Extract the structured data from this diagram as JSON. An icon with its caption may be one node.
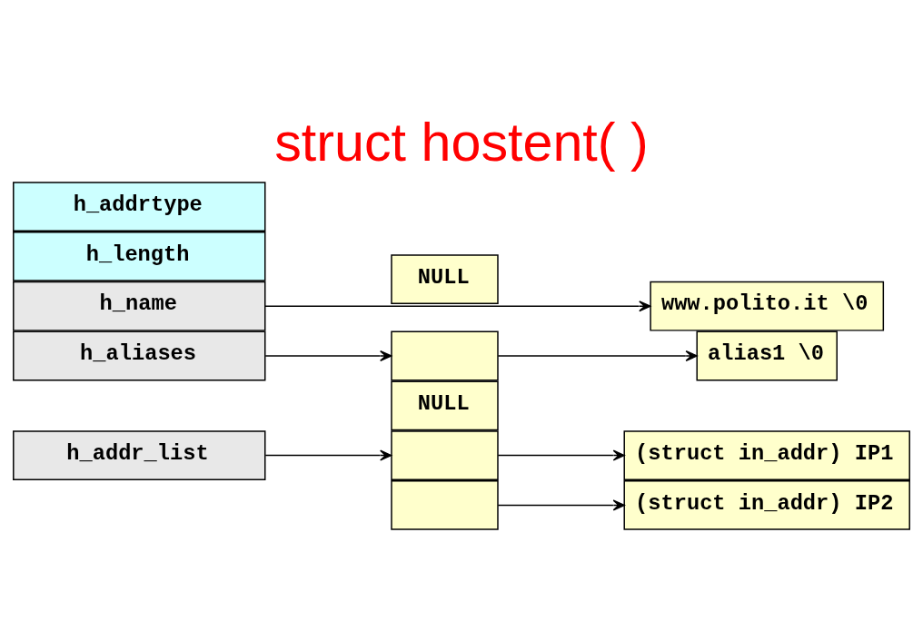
{
  "diagram": {
    "title": "struct hostent( )",
    "nodes": [
      {
        "text": [
          "h_name"
        ]
      },
      {
        "text": [
          "h_aliases"
        ]
      },
      {
        "text": [
          "h_addrtype"
        ]
      },
      {
        "text": [
          "h_length"
        ]
      },
      {
        "text": [
          "h_addr_list"
        ]
      },
      {
        "text": [],
        "shape": "box"
      },
      {
        "text": [
          "NULL"
        ]
      },
      {
        "text": [
          "www.polito.it \\0"
        ]
      },
      {
        "text": [
          "alias1 \\0"
        ]
      },
      {
        "text": [],
        "shape": "box"
      },
      {
        "text": [],
        "shape": "box"
      },
      {
        "text": [
          "NULL"
        ]
      },
      {
        "text": [
          "(struct in_addr) IP1"
        ]
      },
      {
        "text": [
          "(struct in_addr) IP2"
        ]
      }
    ],
    "edges": [
      {
        "from": 0,
        "to": 7,
        "arrow": "to"
      },
      {
        "from": 1,
        "to": 5,
        "arrow": "to"
      },
      {
        "from": 5,
        "to": 8,
        "arrow": "to"
      },
      {
        "from": 4,
        "to": 9,
        "arrow": "to"
      },
      {
        "from": 9,
        "to": 12,
        "arrow": "to"
      },
      {
        "from": 10,
        "to": 13,
        "arrow": "to"
      }
    ]
  }
}
